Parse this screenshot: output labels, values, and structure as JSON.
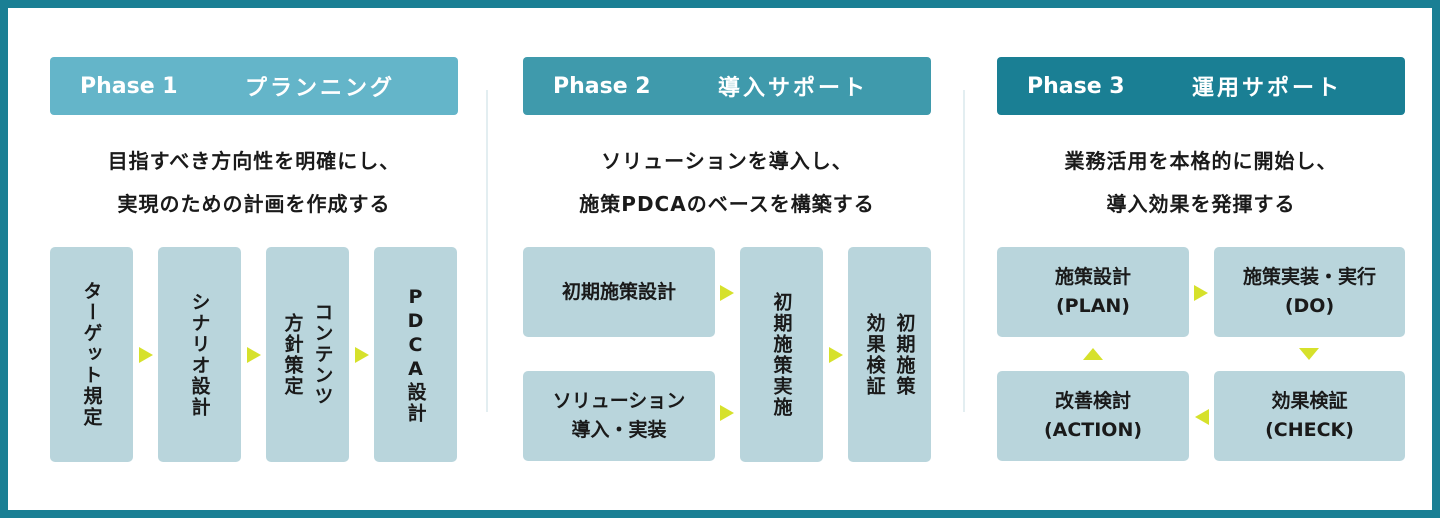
{
  "colors": {
    "border": "#1a7f94",
    "phase1": "#64b5c9",
    "phase2": "#3f9aac",
    "phase3": "#1a7f94",
    "box": "#b9d5dc",
    "arrow": "#d6e12b"
  },
  "phases": [
    {
      "label": "Phase 1",
      "title": "プランニング",
      "desc": [
        "目指すべき方向性を明確にし、",
        "実現のための計画を作成する"
      ],
      "steps": [
        "ターゲット規定",
        "シナリオ設計",
        [
          "コンテンツ",
          "方針策定"
        ],
        "PDCA設計"
      ]
    },
    {
      "label": "Phase 2",
      "title": "導入サポート",
      "desc": [
        "ソリューションを導入し、",
        "施策PDCAのベースを構築する"
      ],
      "steps": [
        "初期施策設計",
        [
          "ソリューション",
          "導入・実装"
        ],
        "初期施策実施",
        [
          "初期施策",
          "効果検証"
        ]
      ]
    },
    {
      "label": "Phase 3",
      "title": "運用サポート",
      "desc": [
        "業務活用を本格的に開始し、",
        "導入効果を発揮する"
      ],
      "steps": [
        [
          "施策設計",
          "(PLAN)"
        ],
        [
          "施策実装・実行",
          "(DO)"
        ],
        [
          "効果検証",
          "(CHECK)"
        ],
        [
          "改善検討",
          "(ACTION)"
        ]
      ]
    }
  ]
}
